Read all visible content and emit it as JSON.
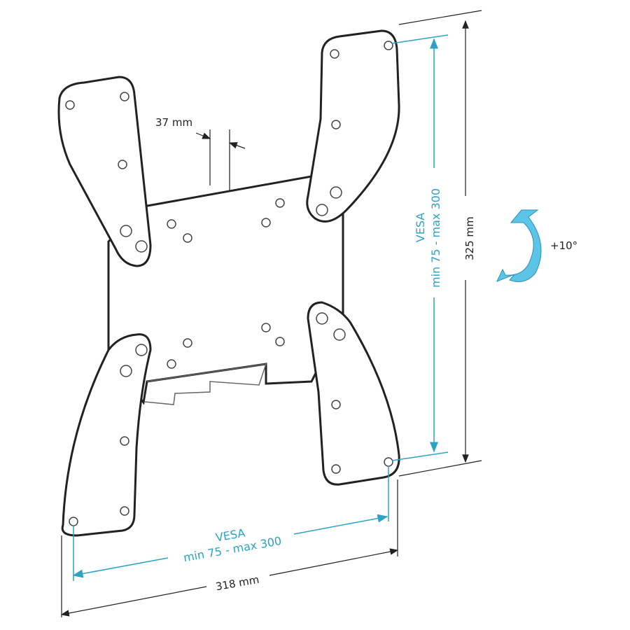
{
  "diagram": {
    "gap_label": "37 mm",
    "height_label": "325 mm",
    "width_label": "318 mm",
    "tilt_label": "+10°",
    "vesa_vertical": {
      "line1": "VESA",
      "line2": "min 75 - max 300"
    },
    "vesa_horizontal": {
      "line1": "VESA",
      "line2": "min 75 - max 300"
    },
    "colors": {
      "accent": "#2aa3c4",
      "line": "#222222",
      "arrow": "#5cc4e6"
    },
    "icons": [
      "tilt-arrow-icon"
    ]
  }
}
